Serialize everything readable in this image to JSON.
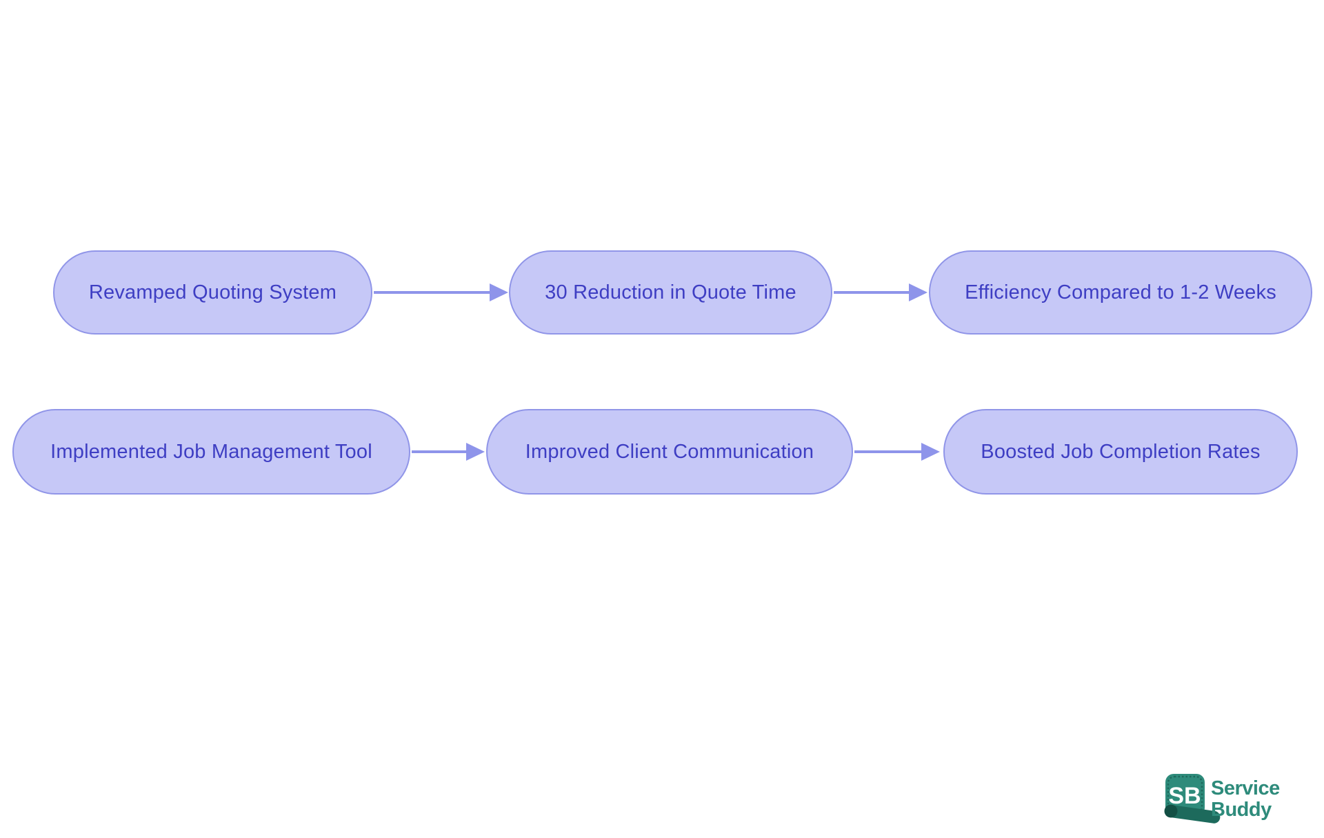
{
  "flowchart": {
    "rows": [
      {
        "nodes": [
          {
            "label": "Revamped Quoting System"
          },
          {
            "label": "30 Reduction in Quote Time"
          },
          {
            "label": "Efficiency Compared to 1-2 Weeks"
          }
        ],
        "edges": [
          {
            "from": "Revamped Quoting System",
            "to": "30 Reduction in Quote Time"
          },
          {
            "from": "30 Reduction in Quote Time",
            "to": "Efficiency Compared to 1-2 Weeks"
          }
        ]
      },
      {
        "nodes": [
          {
            "label": "Implemented Job Management Tool"
          },
          {
            "label": "Improved Client Communication"
          },
          {
            "label": "Boosted Job Completion Rates"
          }
        ],
        "edges": [
          {
            "from": "Implemented Job Management Tool",
            "to": "Improved Client Communication"
          },
          {
            "from": "Improved Client Communication",
            "to": "Boosted Job Completion Rates"
          }
        ]
      }
    ]
  },
  "logo": {
    "monogram": "SB",
    "name_line1": "Service",
    "name_line2": "Buddy"
  },
  "colors": {
    "node_fill": "#c6c8f7",
    "node_border": "#9095e8",
    "node_text": "#3e3ec3",
    "arrow": "#8e94ea",
    "logo_teal": "#2e8b7b",
    "logo_dark_teal": "#1d6a5c",
    "background": "#ffffff"
  }
}
